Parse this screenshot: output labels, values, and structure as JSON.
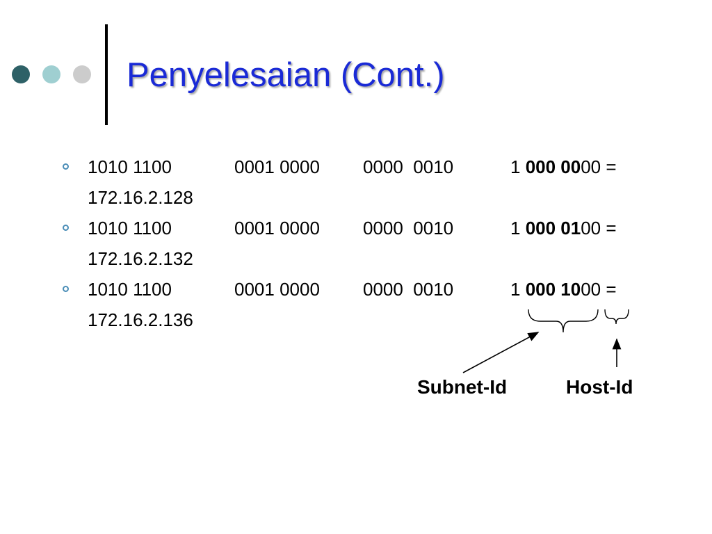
{
  "title": "Penyelesaian (Cont.)",
  "colors": {
    "title": "#1a2ad6",
    "bullet": "#4a8db7",
    "dot_dark": "#2e6167",
    "dot_mid": "#9fcfd1",
    "dot_light": "#cccccc"
  },
  "bullets": [
    {
      "oct1": "1010 1100",
      "oct2": "0001 0000",
      "oct3": "0000  0010",
      "oct4_prefix": "1 ",
      "oct4_bold": "000 00",
      "oct4_suffix": "00 =",
      "result": "172.16.2.128"
    },
    {
      "oct1": "1010 1100",
      "oct2": "0001 0000",
      "oct3": "0000  0010",
      "oct4_prefix": "1 ",
      "oct4_bold": "000 01",
      "oct4_suffix": "00 =",
      "result": "172.16.2.132"
    },
    {
      "oct1": "1010 1100",
      "oct2": "0001 0000",
      "oct3": "0000  0010",
      "oct4_prefix": "1 ",
      "oct4_bold": "000 10",
      "oct4_suffix": "00 =",
      "result": "172.16.2.136"
    }
  ],
  "annotations": {
    "subnet_label": "Subnet-Id",
    "host_label": "Host-Id"
  }
}
